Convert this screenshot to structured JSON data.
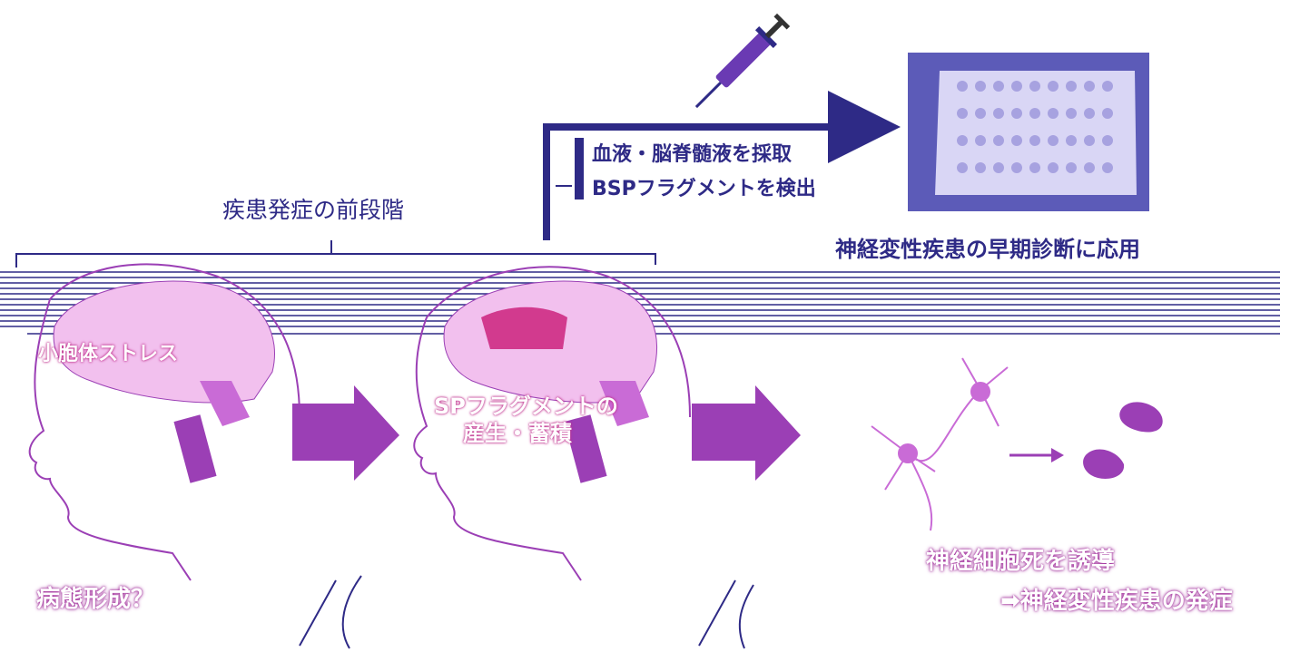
{
  "labels": {
    "pre_onset": "疾患発症の前段階",
    "sample": "血液・脳脊髄液を採取",
    "detect": "BSPフラグメントを検出",
    "early_dx": "神経変性疾患の早期診断に応用",
    "er_stress": "小胞体ストレス",
    "fragment": "SPフラグメントの",
    "production": "産生・蓄積",
    "pathology": "病態形成？",
    "neuron_death": "神経細胞死を誘導",
    "onset": "➡神経変性疾患の発症"
  },
  "icons": {
    "syringe": "syringe-icon",
    "plate": "well-plate-image",
    "brain": "brain-icon",
    "neuron": "neuron-icon"
  },
  "colors": {
    "navy": "#2e2a86",
    "purple": "#9b3fb5",
    "magenta": "#d23a8e",
    "brain_pink": "#f2c0ee"
  }
}
